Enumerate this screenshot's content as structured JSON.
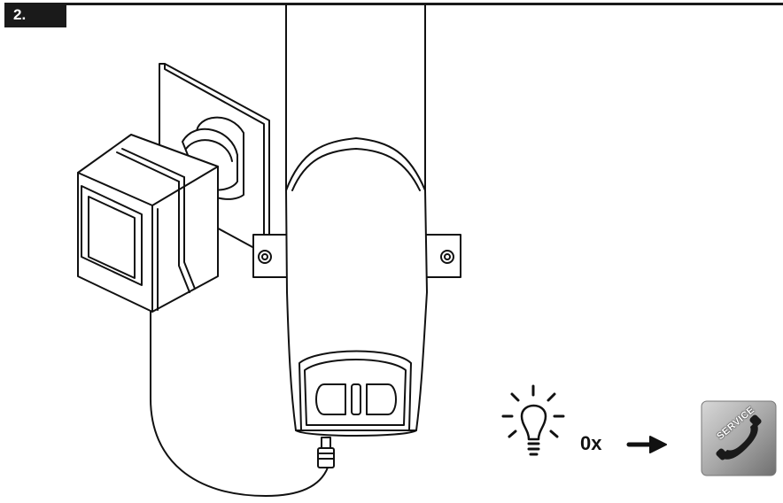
{
  "step": {
    "label": "2."
  },
  "indicator": {
    "blink_count": "0x",
    "icon": "light-bulb-icon",
    "arrow_icon": "right-arrow-icon"
  },
  "service_button": {
    "label": "SERVICE",
    "icon": "phone-handset-icon"
  }
}
